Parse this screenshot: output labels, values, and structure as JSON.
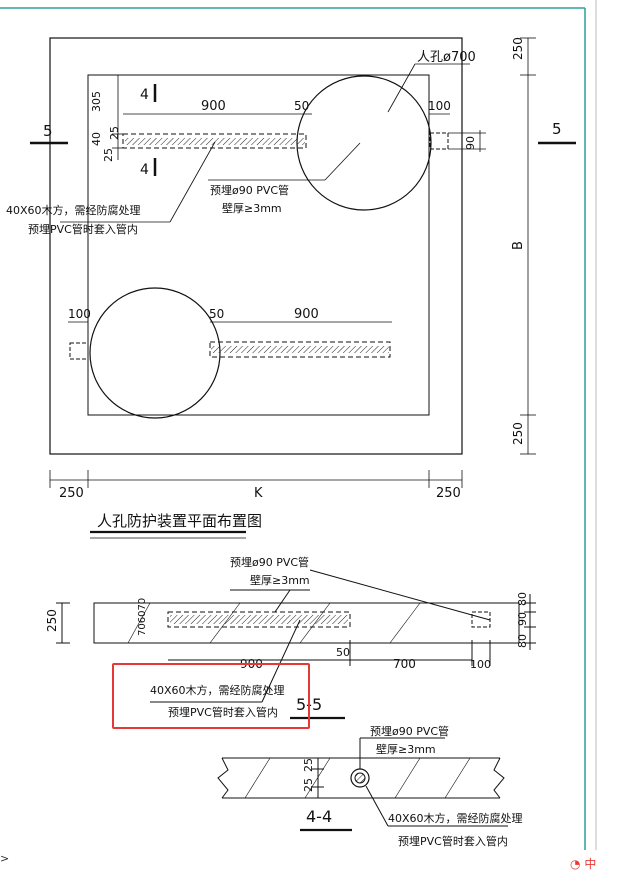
{
  "plan": {
    "title": "人孔防护装置平面布置图",
    "manhole_label": "人孔ø700",
    "dims": {
      "top_right": "250",
      "bottom_right": "250",
      "right_middle": "B",
      "bottom_left": "250",
      "bottom_middle": "K",
      "bottom_right_h": "250",
      "pipe_len_top": "900",
      "gap_top": "50",
      "gap_top_right": "100",
      "left_305": "305",
      "left_40": "40",
      "left_25": "25",
      "left_25b": "25",
      "right_90": "90",
      "pipe_len_bottom": "900",
      "gap_bottom": "50",
      "gap_bottom_left": "100"
    },
    "section_mark_left": "5",
    "section_mark_right": "5",
    "sec4_top": "4",
    "sec4_bottom": "4",
    "note_pipe_line1": "预埋ø90 PVC管",
    "note_pipe_line2": "壁厚≥3mm",
    "note_wood_line1": "40X60木方，需经防腐处理",
    "note_wood_line2": "预埋PVC管时套入管内"
  },
  "section55": {
    "title": "5-5",
    "note_pipe_line1": "预埋ø90 PVC管",
    "note_pipe_line2": "壁厚≥3mm",
    "note_wood_line1": "40X60木方，需经防腐处理",
    "note_wood_line2": "预埋PVC管时套入管内",
    "dims": {
      "left_250": "250",
      "left_stack": "706070",
      "len_900": "900",
      "len_50": "50",
      "len_700": "700",
      "len_100": "100",
      "right_80a": "80",
      "right_90": "90",
      "right_80b": "80"
    }
  },
  "section44": {
    "title": "4-4",
    "note_pipe_line1": "预埋ø90 PVC管",
    "note_pipe_line2": "壁厚≥3mm",
    "note_wood_line1": "40X60木方，需经防腐处理",
    "note_wood_line2": "预埋PVC管时套入管内",
    "dims": {
      "d25a": "25",
      "d25b": "25"
    }
  },
  "corner_icon": "中",
  "colors": {
    "frame": "#2aa198",
    "highlight": "#e53935",
    "ink": "#111111"
  }
}
